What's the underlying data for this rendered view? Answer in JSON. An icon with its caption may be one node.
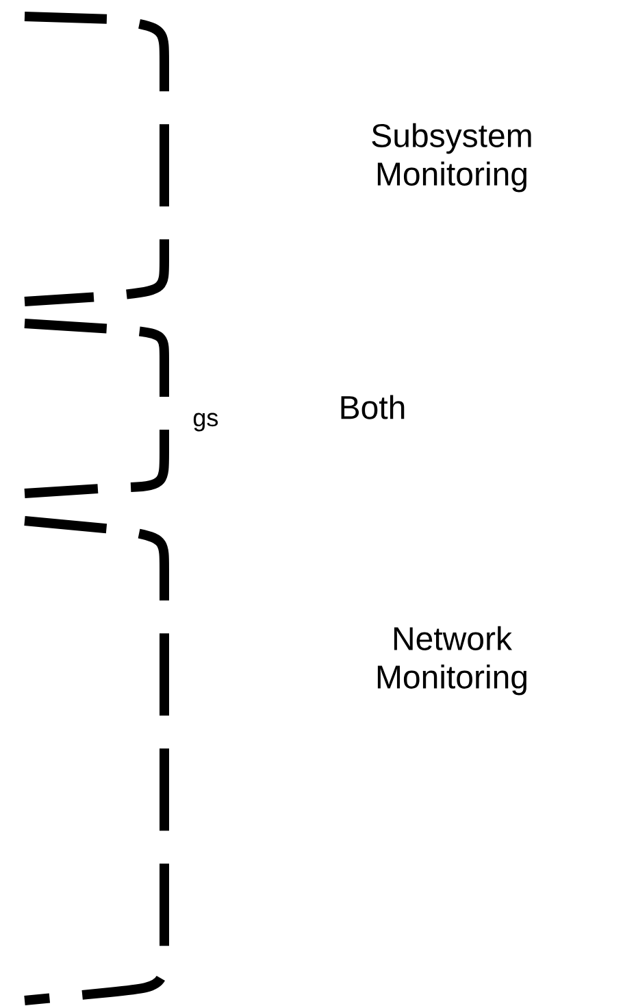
{
  "diagram": {
    "labels": [
      "Subsystem Monitoring",
      "gs",
      "Both",
      "Network Monitoring"
    ]
  }
}
